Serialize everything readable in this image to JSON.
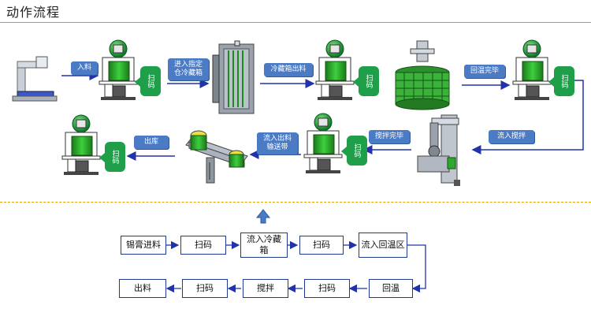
{
  "title": "动作流程",
  "top_flow": {
    "labels": {
      "enter_material": "入料",
      "enter_fridge_l1": "进入指定",
      "enter_fridge_l2": "仓冷藏箱",
      "fridge_out": "冷藏箱出料",
      "warm_done": "回温完毕",
      "stir_in": "流入搅拌",
      "stir_done": "搅拌完毕",
      "conveyor_l1": "流入出料",
      "conveyor_l2": "输送带",
      "storage": "出库"
    },
    "scan_text": "扫码"
  },
  "process_flow": {
    "row1": [
      "锡膏进料",
      "扫码",
      "流入冷藏箱",
      "扫码",
      "流入回温区"
    ],
    "row2": [
      "出料",
      "扫码",
      "搅拌",
      "扫码",
      "回温"
    ]
  },
  "colors": {
    "label_blue": "#4a7bc4",
    "scan_green": "#1f9f4a",
    "arrow_blue": "#2233aa",
    "box_border": "#1f3a93",
    "separator": "#e8a000"
  }
}
